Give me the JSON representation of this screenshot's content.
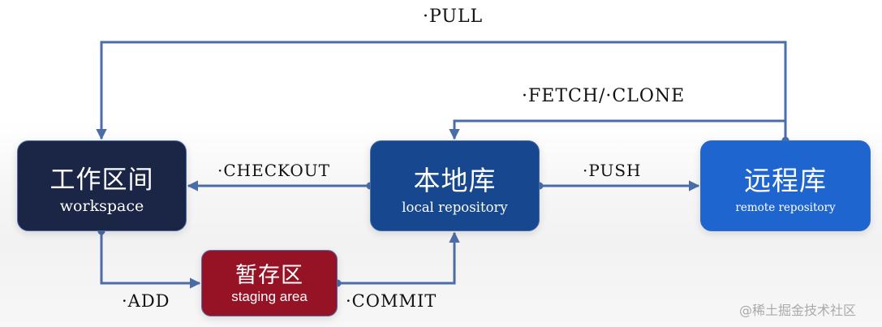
{
  "diagram": {
    "title": "Git workflow",
    "nodes": {
      "workspace": {
        "zh": "工作区间",
        "en": "workspace",
        "color": "#1b2545"
      },
      "local": {
        "zh": "本地库",
        "en": "local repository",
        "color": "#16478f"
      },
      "remote": {
        "zh": "远程库",
        "en": "remote repository",
        "color": "#1f65cf"
      },
      "staging": {
        "zh": "暂存区",
        "en": "staging area",
        "color": "#951325"
      }
    },
    "edges": {
      "pull": {
        "label": "·PULL",
        "from": "remote",
        "to": "workspace"
      },
      "fetch_clone": {
        "label": "·FETCH/·CLONE",
        "from": "remote",
        "to": "local"
      },
      "checkout": {
        "label": "·CHECKOUT",
        "from": "local",
        "to": "workspace"
      },
      "push": {
        "label": "·PUSH",
        "from": "local",
        "to": "remote"
      },
      "add": {
        "label": "·ADD",
        "from": "workspace",
        "to": "staging"
      },
      "commit": {
        "label": "·COMMIT",
        "from": "staging",
        "to": "local"
      }
    },
    "line_color": "#4a6da8"
  },
  "watermark": "@稀土掘金技术社区"
}
